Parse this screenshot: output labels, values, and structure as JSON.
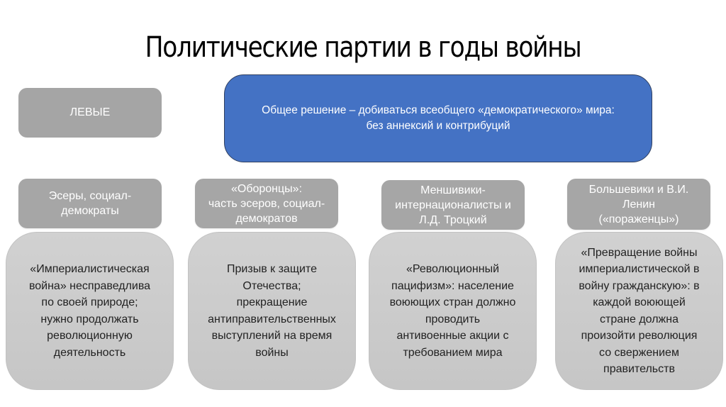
{
  "slide": {
    "title": "Политические партии в годы войны"
  },
  "category_box": {
    "label": "ЛЕВЫЕ",
    "color": "#a5a5a5"
  },
  "common_decision": {
    "lines": [
      "Общее решение – добиваться всеобщего «демократического» мира:",
      "без аннексий и контрибуций"
    ],
    "color": "#4472c4"
  },
  "groups": [
    {
      "header_lines": [
        "Эсеры, социал-",
        "демократы"
      ],
      "position_lines": [
        "«Империалистическая",
        "война» несправедлива",
        "по своей природе;",
        "нужно продолжать",
        "революционную",
        "деятельность"
      ]
    },
    {
      "header_lines": [
        "«Оборонцы»:",
        "часть эсеров, социал-",
        "демократов"
      ],
      "position_lines": [
        "Призыв к защите",
        "Отечества;",
        "прекращение",
        "антиправительственных",
        "выступлений на время",
        "войны"
      ]
    },
    {
      "header_lines": [
        "Меншивики-",
        "интернационалисты и",
        "Л.Д. Троцкий"
      ],
      "position_lines": [
        "«Революционный",
        "пацифизм»: население",
        "воюющих стран должно",
        "проводить",
        "антивоенные акции с",
        "требованием мира"
      ]
    },
    {
      "header_lines": [
        "Большевики и В.И.",
        "Ленин",
        "(«пораженцы»)"
      ],
      "position_lines": [
        "«Превращение войны",
        "империалистической в",
        "войну гражданскую»: в",
        "каждой воюющей",
        "стране должна",
        "произойти революция",
        "со свержением",
        "правительств"
      ]
    }
  ],
  "colors": {
    "header_box": "#a6a6a6",
    "body_box": "#cdcdcd",
    "body_text": "#222222",
    "header_text": "#ffffff"
  }
}
